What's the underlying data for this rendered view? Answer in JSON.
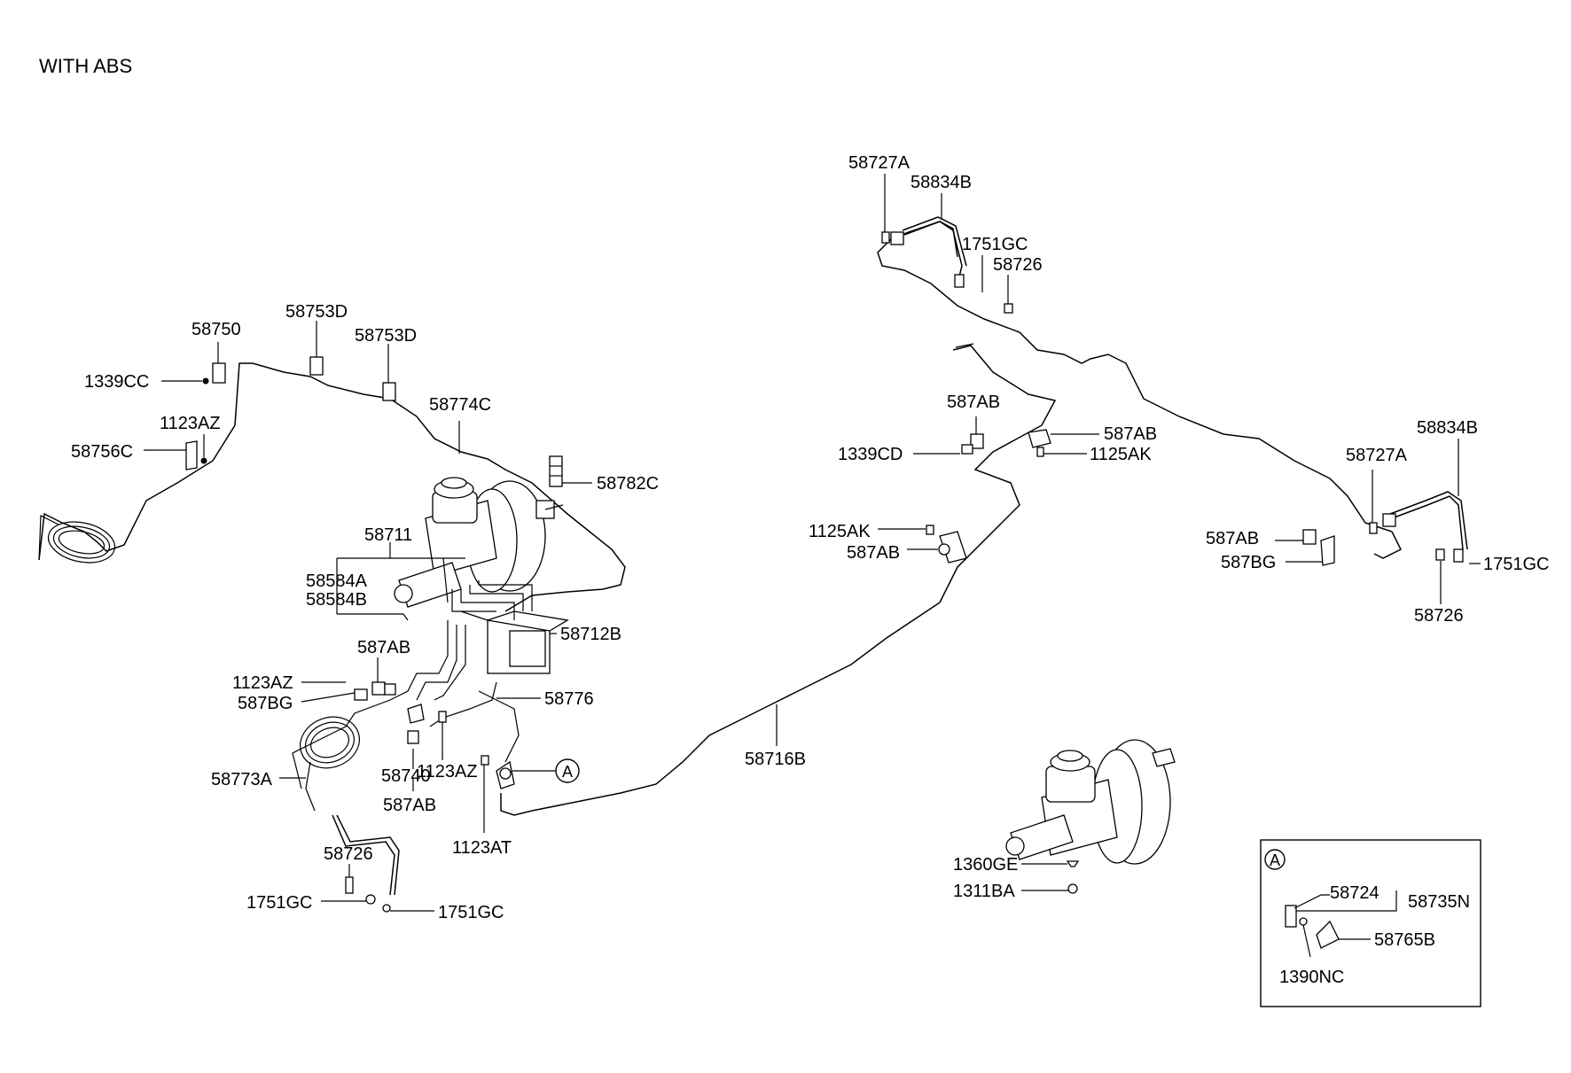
{
  "title": "WITH  ABS",
  "callout_marker": "A",
  "inset": {
    "marker": "A"
  },
  "labels": {
    "l_58750": "58750",
    "l_58753D_a": "58753D",
    "l_58753D_b": "58753D",
    "l_1339CC": "1339CC",
    "l_1123AZ_top": "1123AZ",
    "l_58756C": "58756C",
    "l_58774C": "58774C",
    "l_58782C": "58782C",
    "l_58711": "58711",
    "l_58584A": "58584A",
    "l_58584B": "58584B",
    "l_58712B": "58712B",
    "l_587AB_left": "587AB",
    "l_1123AZ_left": "1123AZ",
    "l_587BG_left": "587BG",
    "l_58776": "58776",
    "l_58773A": "58773A",
    "l_58740": "58740",
    "l_1123AZ_mid": "1123AZ",
    "l_587AB_mid": "587AB",
    "l_1123AT": "1123AT",
    "l_58726_left": "58726",
    "l_1751GC_left1": "1751GC",
    "l_1751GC_left2": "1751GC",
    "l_58716B": "58716B",
    "l_58727A_top": "58727A",
    "l_58834B_top": "58834B",
    "l_1751GC_top": "1751GC",
    "l_58726_top": "58726",
    "l_587AB_c1": "587AB",
    "l_1339CD": "1339CD",
    "l_587AB_c2": "587AB",
    "l_1125AK_c1": "1125AK",
    "l_1125AK_c2": "1125AK",
    "l_587AB_c3": "587AB",
    "l_58834B_right": "58834B",
    "l_58727A_right": "58727A",
    "l_587AB_right": "587AB",
    "l_587BG_right": "587BG",
    "l_1751GC_right": "1751GC",
    "l_58726_right": "58726",
    "l_1360GE": "1360GE",
    "l_1311BA": "1311BA",
    "l_58724": "58724",
    "l_58735N": "58735N",
    "l_58765B": "58765B",
    "l_1390NC": "1390NC"
  }
}
